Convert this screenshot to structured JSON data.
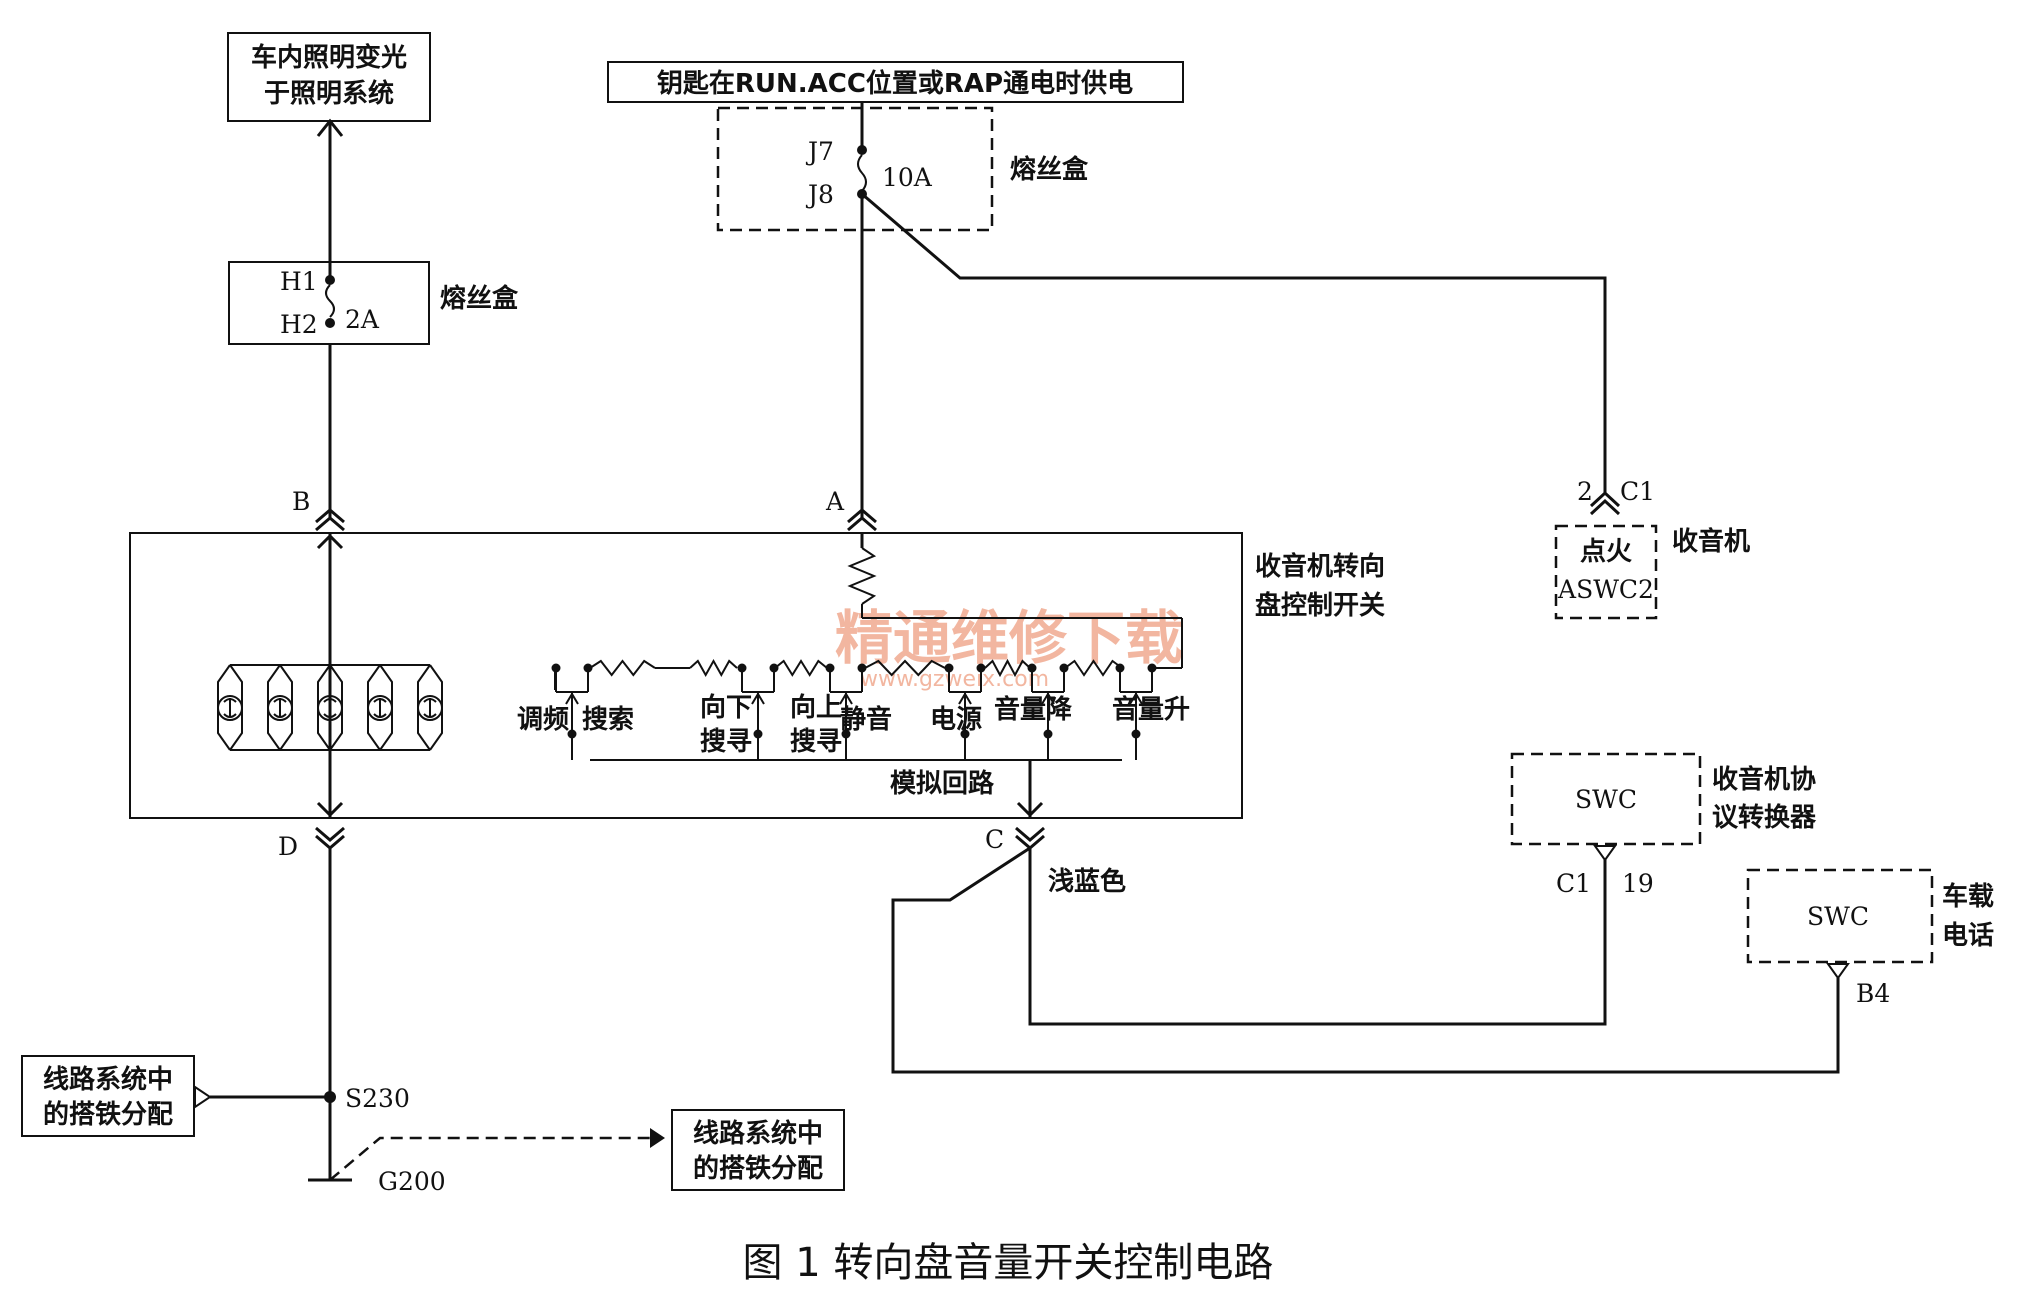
{
  "boxes": {
    "lighting_dimmer": [
      "车内照明变光",
      "于照明系统"
    ],
    "power_supply": "钥匙在RUN.ACC位置或RAP通电时供电",
    "fuse_box_label": "熔丝盒",
    "radio_label": "收音机",
    "radio_pin": [
      "点火",
      "ASWC2"
    ],
    "converter_label": [
      "收音机协",
      "议转换器"
    ],
    "converter_box": "SWC",
    "phone_label": [
      "车载",
      "电话"
    ],
    "phone_box": "SWC",
    "switch_label": [
      "收音机转向",
      "盘控制开关"
    ],
    "ground_dist": [
      "线路系统中",
      "的搭铁分配"
    ]
  },
  "fuses": {
    "left": {
      "top": "H1",
      "bottom": "H2",
      "rating": "2A"
    },
    "right": {
      "top": "J7",
      "bottom": "J8",
      "rating": "10A"
    }
  },
  "connectors": {
    "A": "A",
    "B": "B",
    "C": "C",
    "D": "D",
    "radio_pin_num": "2",
    "radio_conn": "C1",
    "conv_conn": "C1",
    "conv_pin": "19",
    "phone_pin": "B4",
    "splice": "S230",
    "ground": "G200"
  },
  "buttons": [
    "调频",
    "搜索",
    [
      "向下",
      "搜寻"
    ],
    [
      "向上",
      "搜寻"
    ],
    "静音",
    "电源",
    "音量降",
    "音量升"
  ],
  "analog_loop": "模拟回路",
  "wire_color": "浅蓝色",
  "caption": "图 1   转向盘音量开关控制电路",
  "watermark": {
    "cn": "精通维修下载",
    "url": "www.gzweix.com"
  }
}
